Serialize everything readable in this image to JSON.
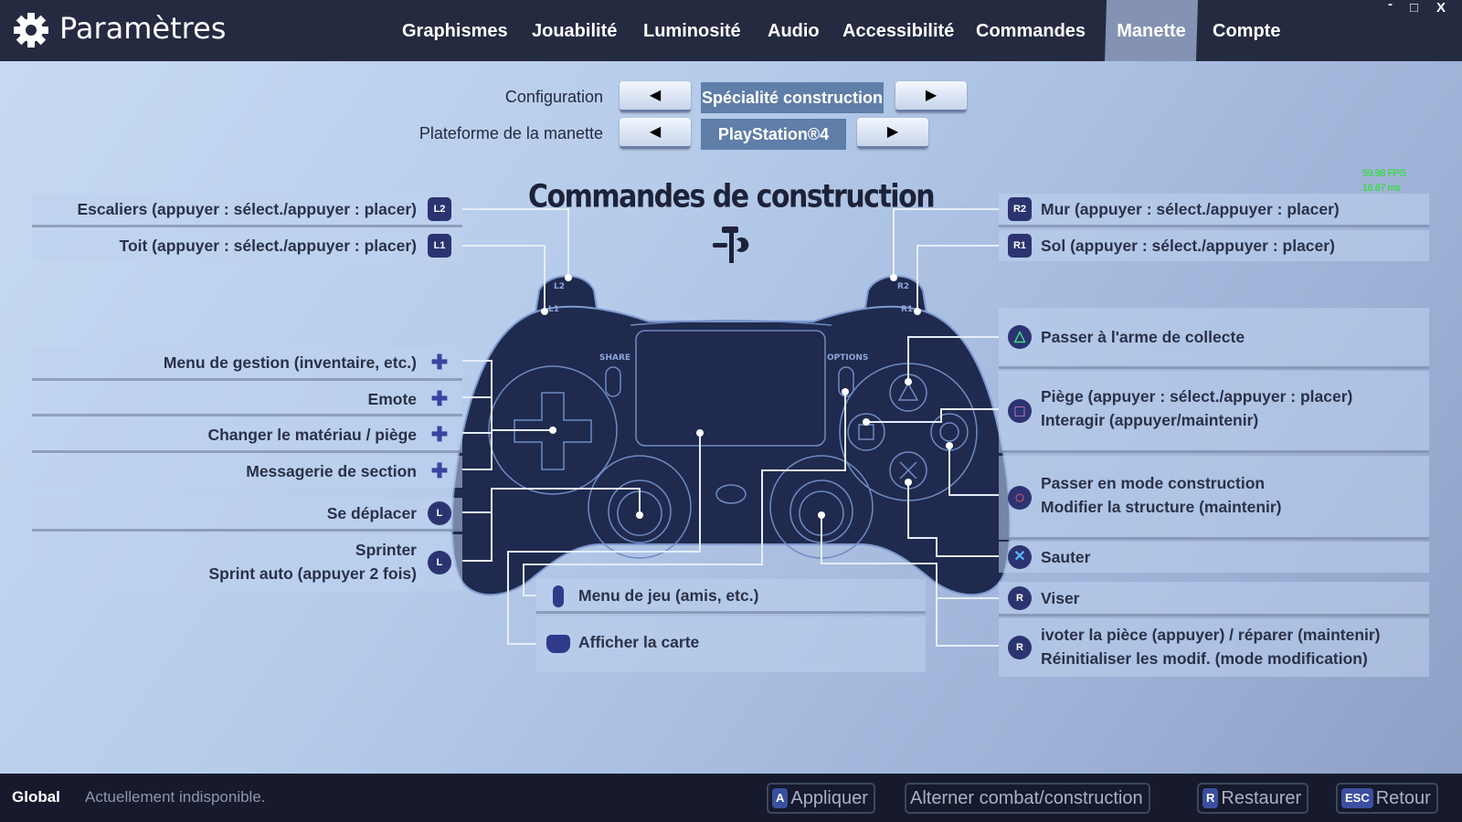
{
  "header": {
    "title": "Paramètres",
    "tabs": [
      "Graphismes",
      "Jouabilité",
      "Luminosité",
      "Audio",
      "Accessibilité",
      "Commandes",
      "Manette",
      "Compte"
    ],
    "active_tab": "Manette",
    "window_controls": {
      "minimize": "-",
      "maximize": "□",
      "close": "X"
    }
  },
  "settings": {
    "configuration": {
      "label": "Configuration",
      "value": "Spécialité construction",
      "prev": "◀",
      "next": "▶"
    },
    "platform": {
      "label": "Plateforme de la manette",
      "value": "PlayStation®4",
      "prev": "◀",
      "next": "▶"
    }
  },
  "fps": {
    "fps": "59.98 FPS",
    "ms": "16.67 ms"
  },
  "diagram": {
    "title": "Commandes de construction",
    "controller_labels": {
      "l2": "L2",
      "l1": "L1",
      "r2": "R2",
      "r1": "R1",
      "share": "SHARE",
      "options": "OPTIONS"
    }
  },
  "left_bindings": [
    {
      "text": "Escaliers (appuyer : sélect./appuyer : placer)",
      "icon": "L2"
    },
    {
      "text": "Toit (appuyer : sélect./appuyer : placer)",
      "icon": "L1"
    },
    {
      "text": "Menu de gestion (inventaire, etc.)",
      "icon": "✚"
    },
    {
      "text": "Emote",
      "icon": "✚"
    },
    {
      "text": "Changer le matériau / piège",
      "icon": "✚"
    },
    {
      "text": "Messagerie de section",
      "icon": "✚"
    },
    {
      "text": "Se déplacer",
      "icon": "L"
    },
    {
      "text": "Sprinter",
      "text2": "Sprint auto (appuyer 2 fois)",
      "icon": "L"
    }
  ],
  "right_bindings": [
    {
      "text": "Mur (appuyer : sélect./appuyer : placer)",
      "icon": "R2"
    },
    {
      "text": "Sol (appuyer : sélect./appuyer : placer)",
      "icon": "R1"
    },
    {
      "text": "Passer à l'arme de collecte",
      "icon": "△",
      "color": "#3ddc84"
    },
    {
      "text": "Piège (appuyer : sélect./appuyer : placer)",
      "text2": "Interagir (appuyer/maintenir)",
      "icon": "□",
      "color": "#f08ce0"
    },
    {
      "text": "Passer en mode construction",
      "text2": "Modifier la structure (maintenir)",
      "icon": "○",
      "color": "#ff5a6a"
    },
    {
      "text": "Sauter",
      "icon": "✕",
      "color": "#5ab8ff"
    },
    {
      "text": "Viser",
      "icon": "R"
    },
    {
      "text": "ivoter la pièce (appuyer) / réparer (maintenir)",
      "text2": "Réinitialiser les modif. (mode modification)",
      "icon": "R"
    }
  ],
  "center_bindings": [
    {
      "text": "Menu de jeu (amis, etc.)"
    },
    {
      "text": "Afficher la carte"
    }
  ],
  "footer": {
    "scope": "Global",
    "status": "Actuellement indisponible.",
    "buttons": [
      {
        "key": "A",
        "label": "Appliquer"
      },
      {
        "key": "",
        "label": "Alterner combat/construction"
      },
      {
        "key": "R",
        "label": "Restaurer"
      },
      {
        "key": "ESC",
        "label": "Retour"
      }
    ]
  }
}
